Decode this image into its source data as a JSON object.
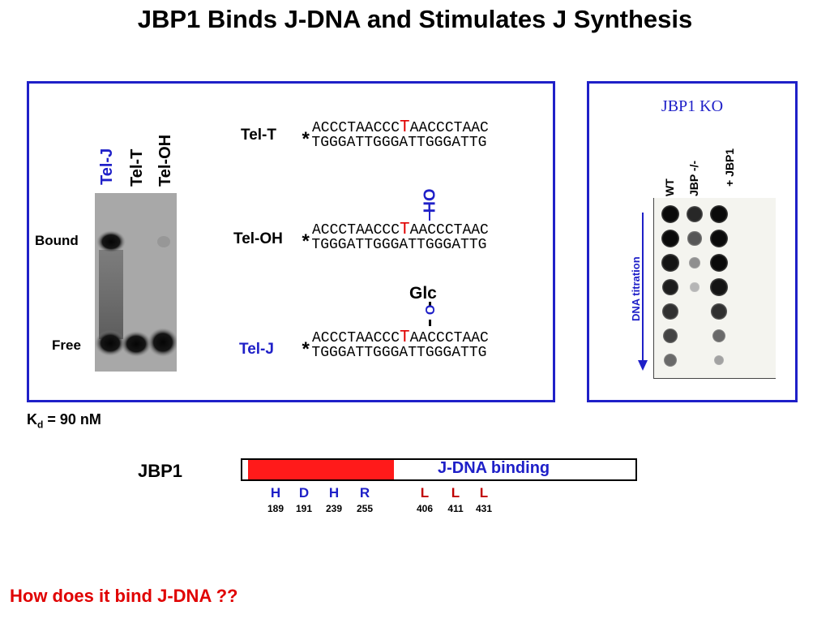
{
  "title": "JBP1 Binds J-DNA and Stimulates J Synthesis",
  "gel": {
    "lanes": [
      "Tel-J",
      "Tel-T",
      "Tel-OH"
    ],
    "bound_label": "Bound",
    "free_label": "Free",
    "kd_prefix": "K",
    "kd_sub": "d",
    "kd_suffix": " = 90 nM"
  },
  "sequences": [
    {
      "label": "Tel-T",
      "top_left": "ACCCTAACCC",
      "modified": "T",
      "top_right": "AACCCTAAC",
      "star": "*",
      "bottom": "TGGGATTGGGATTGGGATTG"
    },
    {
      "label": "Tel-OH",
      "mod_group": "OH",
      "top_left": "ACCCTAACCC",
      "modified": "T",
      "top_right": "AACCCTAAC",
      "star": "*",
      "bottom": "TGGGATTGGGATTGGGATTG"
    },
    {
      "label": "Tel-J",
      "mod_sugar": "Glc",
      "mod_link": "O",
      "top_left": "ACCCTAACCC",
      "modified": "T",
      "top_right": "AACCCTAAC",
      "star": "*",
      "bottom": "TGGGATTGGGATTGGGATTG"
    }
  ],
  "dot_blot": {
    "title": "JBP1 KO",
    "columns": [
      "WT",
      "JBP -/-",
      "+ JBP1"
    ],
    "arrow_label": "DNA titration",
    "intensity": [
      [
        1.0,
        0.85,
        1.0
      ],
      [
        1.0,
        0.6,
        1.0
      ],
      [
        0.95,
        0.3,
        1.0
      ],
      [
        0.9,
        0.1,
        0.95
      ],
      [
        0.8,
        0.0,
        0.8
      ],
      [
        0.7,
        0.0,
        0.5
      ],
      [
        0.5,
        0.0,
        0.2
      ]
    ]
  },
  "protein": {
    "name": "JBP1",
    "domain_label": "J-DNA binding",
    "residues": [
      {
        "letter": "H",
        "number": "189",
        "color": "#1f20c8"
      },
      {
        "letter": "D",
        "number": "191",
        "color": "#1f20c8"
      },
      {
        "letter": "H",
        "number": "239",
        "color": "#1f20c8"
      },
      {
        "letter": "R",
        "number": "255",
        "color": "#1f20c8"
      },
      {
        "letter": "L",
        "number": "406",
        "color": "#c00000"
      },
      {
        "letter": "L",
        "number": "411",
        "color": "#c00000"
      },
      {
        "letter": "L",
        "number": "431",
        "color": "#c00000"
      }
    ]
  },
  "question": "How does it bind J-DNA ??"
}
